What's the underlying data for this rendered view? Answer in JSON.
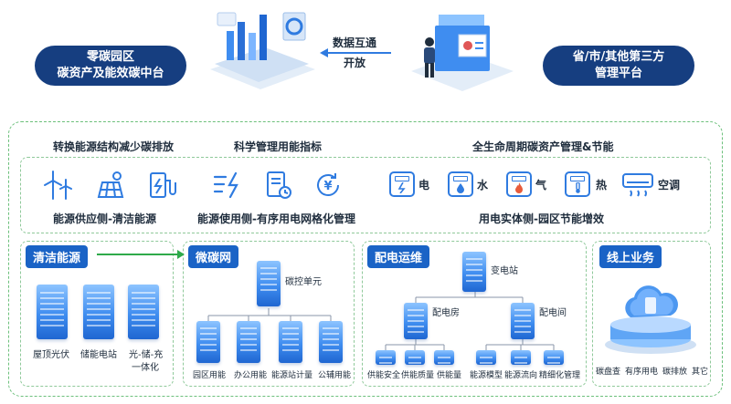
{
  "left_platform": {
    "line1": "零碳园区",
    "line2": "碳资产及能效碳中台"
  },
  "right_platform": {
    "line1": "省/市/其他第三方",
    "line2": "管理平台"
  },
  "exchange": {
    "line1": "数据互通",
    "line2": "开放"
  },
  "top_headers": [
    "转换能源结构减少碳排放",
    "科学管理用能指标",
    "全生命周期碳资产管理&节能"
  ],
  "captions": [
    "能源供应侧-清洁能源",
    "能源使用侧-有序用电网格化管理",
    "用电实体侧-园区节能增效"
  ],
  "meters": [
    "电",
    "水",
    "气",
    "热",
    "空调"
  ],
  "clean": {
    "title": "清洁能源",
    "items": [
      "屋顶光伏",
      "储能电站",
      "光-储-充",
      "一体化"
    ]
  },
  "micro": {
    "title": "微碳网",
    "center": "碳控单元",
    "items": [
      "园区用能",
      "办公用能",
      "能源站计量",
      "公辅用能"
    ]
  },
  "dist": {
    "title": "配电运维",
    "top": "变电站",
    "mid_left": "配电房",
    "mid_right": "配电间",
    "items": [
      "供能安全",
      "供能质量",
      "供能量",
      "能源模型",
      "能源流向",
      "精细化管理"
    ]
  },
  "online": {
    "title": "线上业务",
    "items": [
      "碳盘查",
      "有序用电",
      "碳排放",
      "其它"
    ]
  },
  "icons": [
    "wind-turbine",
    "solar-panel",
    "ev-charger",
    "power-grid",
    "document-clock",
    "yuan-cycle",
    "electric-meter",
    "water-meter",
    "gas-meter",
    "heat-meter",
    "air-conditioner"
  ]
}
